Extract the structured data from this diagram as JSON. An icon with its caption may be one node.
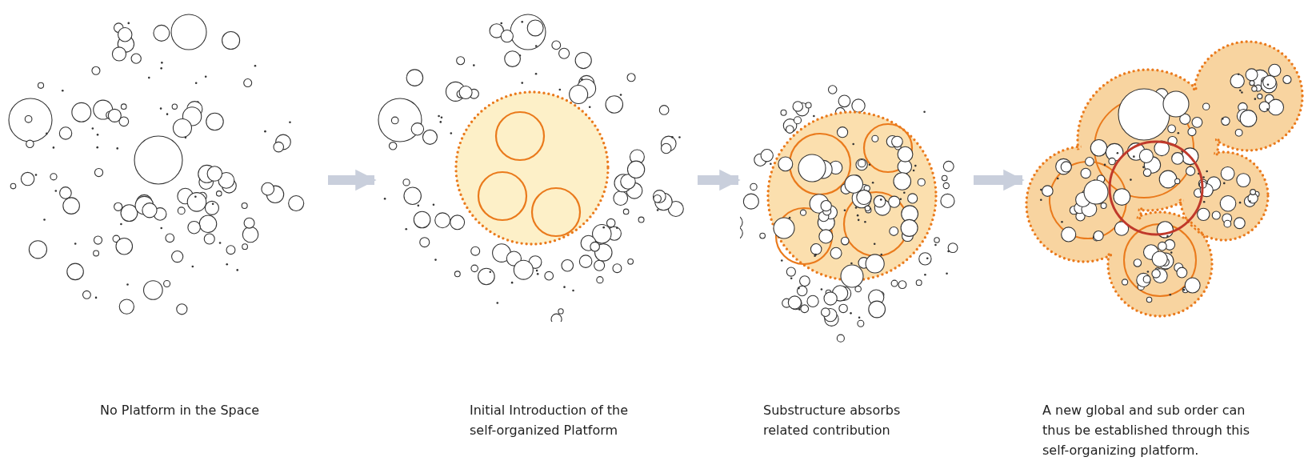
{
  "diagram": {
    "nodes": [
      {
        "text": [],
        "shape": "picture"
      },
      {
        "text": [],
        "shape": "picture"
      },
      {
        "text": [],
        "shape": "picture"
      },
      {
        "text": [],
        "shape": "picture"
      }
    ],
    "edges": [
      {
        "from": 0,
        "to": 1,
        "arrow": "to"
      },
      {
        "from": 1,
        "to": 2,
        "arrow": "to"
      },
      {
        "from": 2,
        "to": 3,
        "arrow": "to"
      }
    ],
    "labels": [
      "No Platform in the Space",
      "Initial Introduction of the self-organized Platform",
      "Substructure absorbs related contribution",
      "A new global and sub order can thus be established through this self-organizing platform."
    ]
  }
}
